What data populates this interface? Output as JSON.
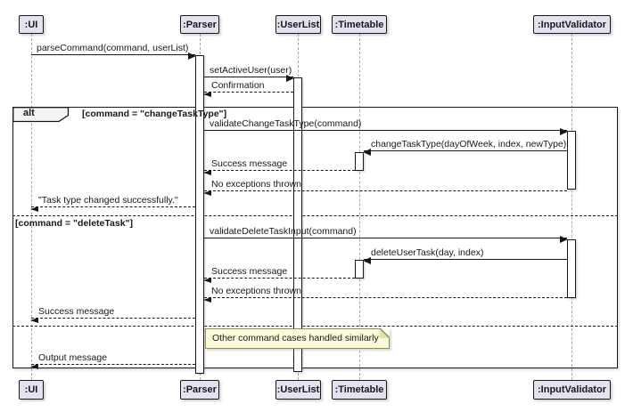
{
  "diagram": {
    "type": "uml-sequence-diagram",
    "participants": [
      {
        "id": "ui",
        "label": ":UI"
      },
      {
        "id": "parser",
        "label": ":Parser"
      },
      {
        "id": "userlist",
        "label": ":UserList"
      },
      {
        "id": "timetable",
        "label": ":Timetable"
      },
      {
        "id": "inputvalidator",
        "label": ":InputValidator"
      }
    ],
    "messages": [
      {
        "label": "parseCommand(command, userList)",
        "from": "ui",
        "to": "parser",
        "style": "solid"
      },
      {
        "label": "setActiveUser(user)",
        "from": "parser",
        "to": "userlist",
        "style": "solid"
      },
      {
        "label": "Confirmation",
        "from": "userlist",
        "to": "parser",
        "style": "dashed"
      },
      {
        "label": "validateChangeTaskType(command)",
        "from": "parser",
        "to": "inputvalidator",
        "style": "solid"
      },
      {
        "label": "changeTaskType(dayOfWeek, index, newType)",
        "from": "inputvalidator",
        "to": "timetable",
        "style": "solid"
      },
      {
        "label": "Success message",
        "from": "timetable",
        "to": "parser",
        "style": "dashed"
      },
      {
        "label": "No exceptions thrown",
        "from": "inputvalidator",
        "to": "parser",
        "style": "dashed"
      },
      {
        "label": "\"Task type changed successfully.\"",
        "from": "parser",
        "to": "ui",
        "style": "dashed"
      },
      {
        "label": "validateDeleteTaskInput(command)",
        "from": "parser",
        "to": "inputvalidator",
        "style": "solid"
      },
      {
        "label": "deleteUserTask(day, index)",
        "from": "inputvalidator",
        "to": "timetable",
        "style": "solid"
      },
      {
        "label": "Success message",
        "from": "timetable",
        "to": "parser",
        "style": "dashed"
      },
      {
        "label": "No exceptions thrown",
        "from": "inputvalidator",
        "to": "parser",
        "style": "dashed"
      },
      {
        "label": "Success message",
        "from": "parser",
        "to": "ui",
        "style": "dashed"
      },
      {
        "label": "Output message",
        "from": "parser",
        "to": "ui",
        "style": "dashed"
      }
    ],
    "fragment": {
      "operator": "alt",
      "guards": [
        "[command = \"changeTaskType\"]",
        "[command = \"deleteTask\"]"
      ]
    },
    "note": {
      "text": "Other command cases handled similarly"
    }
  },
  "colors": {
    "line": "#181818",
    "lifeline": "#A8A8A8",
    "participant_fill": "#E2E2F0",
    "participant_border": "#181818",
    "note_fill": "#FBFBDC",
    "note_border": "#8f8f46"
  }
}
